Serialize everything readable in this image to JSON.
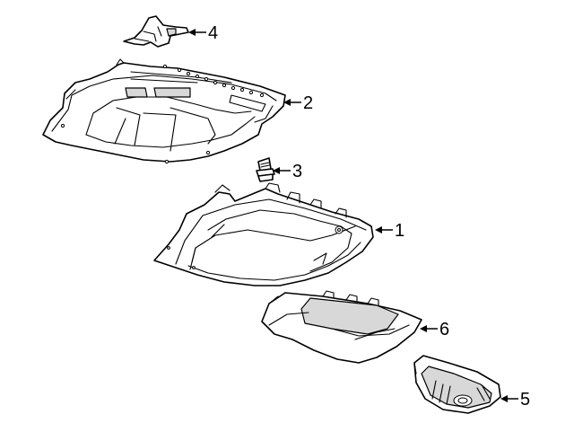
{
  "callouts": [
    {
      "id": "1",
      "label": "1"
    },
    {
      "id": "2",
      "label": "2"
    },
    {
      "id": "3",
      "label": "3"
    },
    {
      "id": "4",
      "label": "4"
    },
    {
      "id": "5",
      "label": "5"
    },
    {
      "id": "6",
      "label": "6"
    }
  ],
  "colors": {
    "line": "#000000",
    "shade": "#d8d8d8",
    "background": "#ffffff"
  }
}
